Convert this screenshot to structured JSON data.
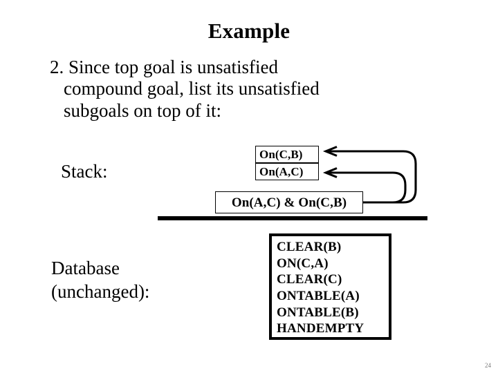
{
  "slide": {
    "title": "Example",
    "page_number": "24",
    "background_color": "#ffffff",
    "text_color": "#000000",
    "page_number_color": "#7a7a7a"
  },
  "body": {
    "line1": "2. Since top goal is unsatisfied",
    "line2": "compound goal, list its unsatisfied",
    "line3": "subgoals on top of it:"
  },
  "labels": {
    "stack": "Stack:",
    "database_line1": "Database",
    "database_line2": "(unchanged):"
  },
  "stack": {
    "boxes": [
      {
        "label": "On(C,B)"
      },
      {
        "label": "On(A,C)"
      }
    ],
    "compound_goal": "On(A,C) & On(C,B)"
  },
  "database": {
    "items": [
      "CLEAR(B)",
      "ON(C,A)",
      "CLEAR(C)",
      "ONTABLE(A)",
      "ONTABLE(B)",
      "HANDEMPTY"
    ]
  },
  "arrows": {
    "arrow_to_on_cb": "curved arrow from compound goal box to On(C,B)",
    "arrow_to_on_ac": "curved arrow from compound goal box to On(A,C)"
  }
}
